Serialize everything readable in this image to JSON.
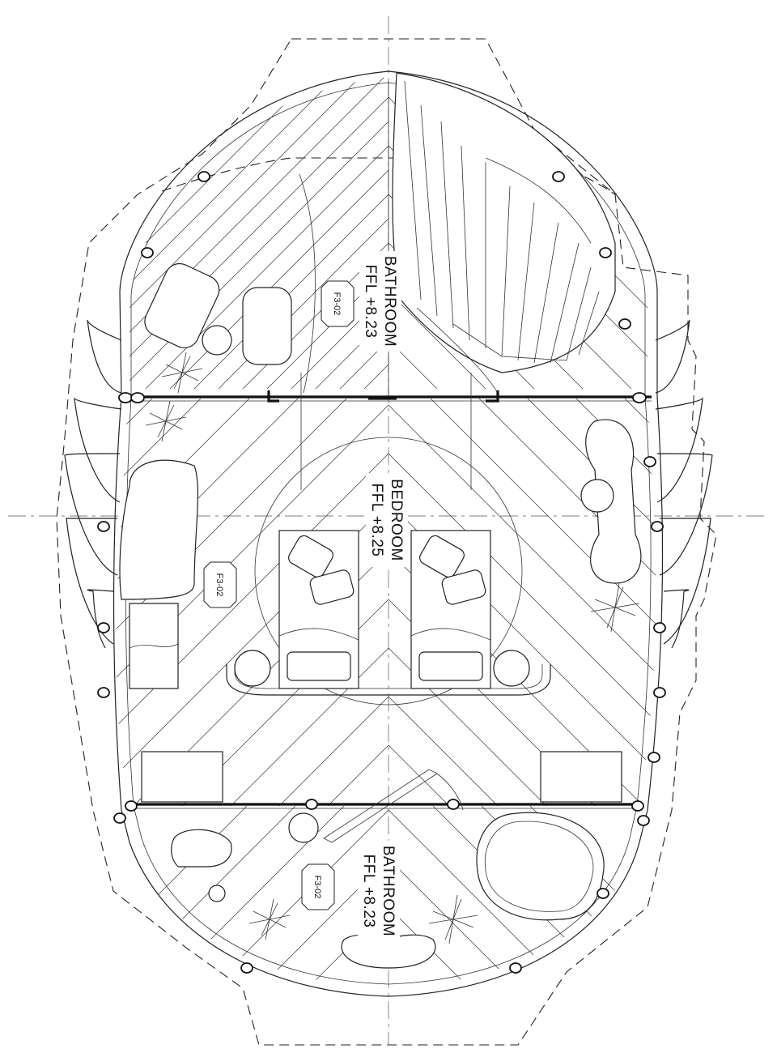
{
  "rooms": {
    "bathroom_top": {
      "name": "BATHROOM",
      "level": "FFL +8.23"
    },
    "bedroom": {
      "name": "BEDROOM",
      "level": "FFL +8.25"
    },
    "bathroom_bottom": {
      "name": "BATHROOM",
      "level": "FFL +8.23"
    }
  },
  "tags": {
    "top": "F3-02",
    "left": "F3-02",
    "bottom": "F3-02"
  }
}
